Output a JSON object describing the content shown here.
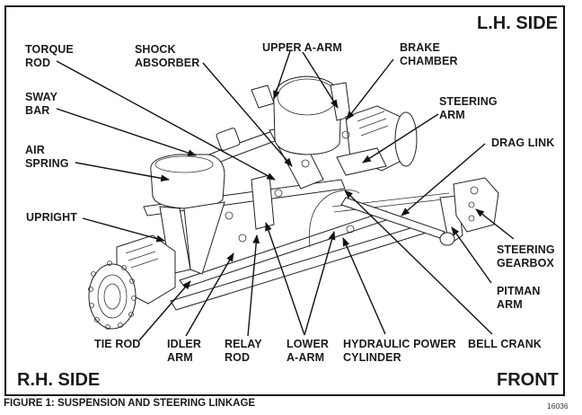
{
  "figure": {
    "caption": "FIGURE 1: SUSPENSION AND STEERING LINKAGE",
    "number": "16036",
    "orientation": {
      "top_right": "L.H. SIDE",
      "bottom_left": "R.H. SIDE",
      "bottom_right": "FRONT"
    }
  },
  "labels": {
    "torque_rod": [
      "TORQUE",
      "ROD"
    ],
    "shock_absorber": [
      "SHOCK",
      "ABSORBER"
    ],
    "upper_a_arm": [
      "UPPER A-ARM"
    ],
    "brake_chamber": [
      "BRAKE",
      "CHAMBER"
    ],
    "sway_bar": [
      "SWAY",
      "BAR"
    ],
    "steering_arm": [
      "STEERING",
      "ARM"
    ],
    "air_spring": [
      "AIR",
      "SPRING"
    ],
    "drag_link": [
      "DRAG LINK"
    ],
    "upright": [
      "UPRIGHT"
    ],
    "steering_gearbox": [
      "STEERING",
      "GEARBOX"
    ],
    "pitman_arm": [
      "PITMAN",
      "ARM"
    ],
    "tie_rod": [
      "TIE ROD"
    ],
    "idler_arm": [
      "IDLER",
      "ARM"
    ],
    "relay_rod": [
      "RELAY",
      "ROD"
    ],
    "lower_a_arm": [
      "LOWER",
      "A-ARM"
    ],
    "hydraulic_power_cylinder": [
      "HYDRAULIC POWER",
      "CYLINDER"
    ],
    "bell_crank": [
      "BELL CRANK"
    ]
  }
}
